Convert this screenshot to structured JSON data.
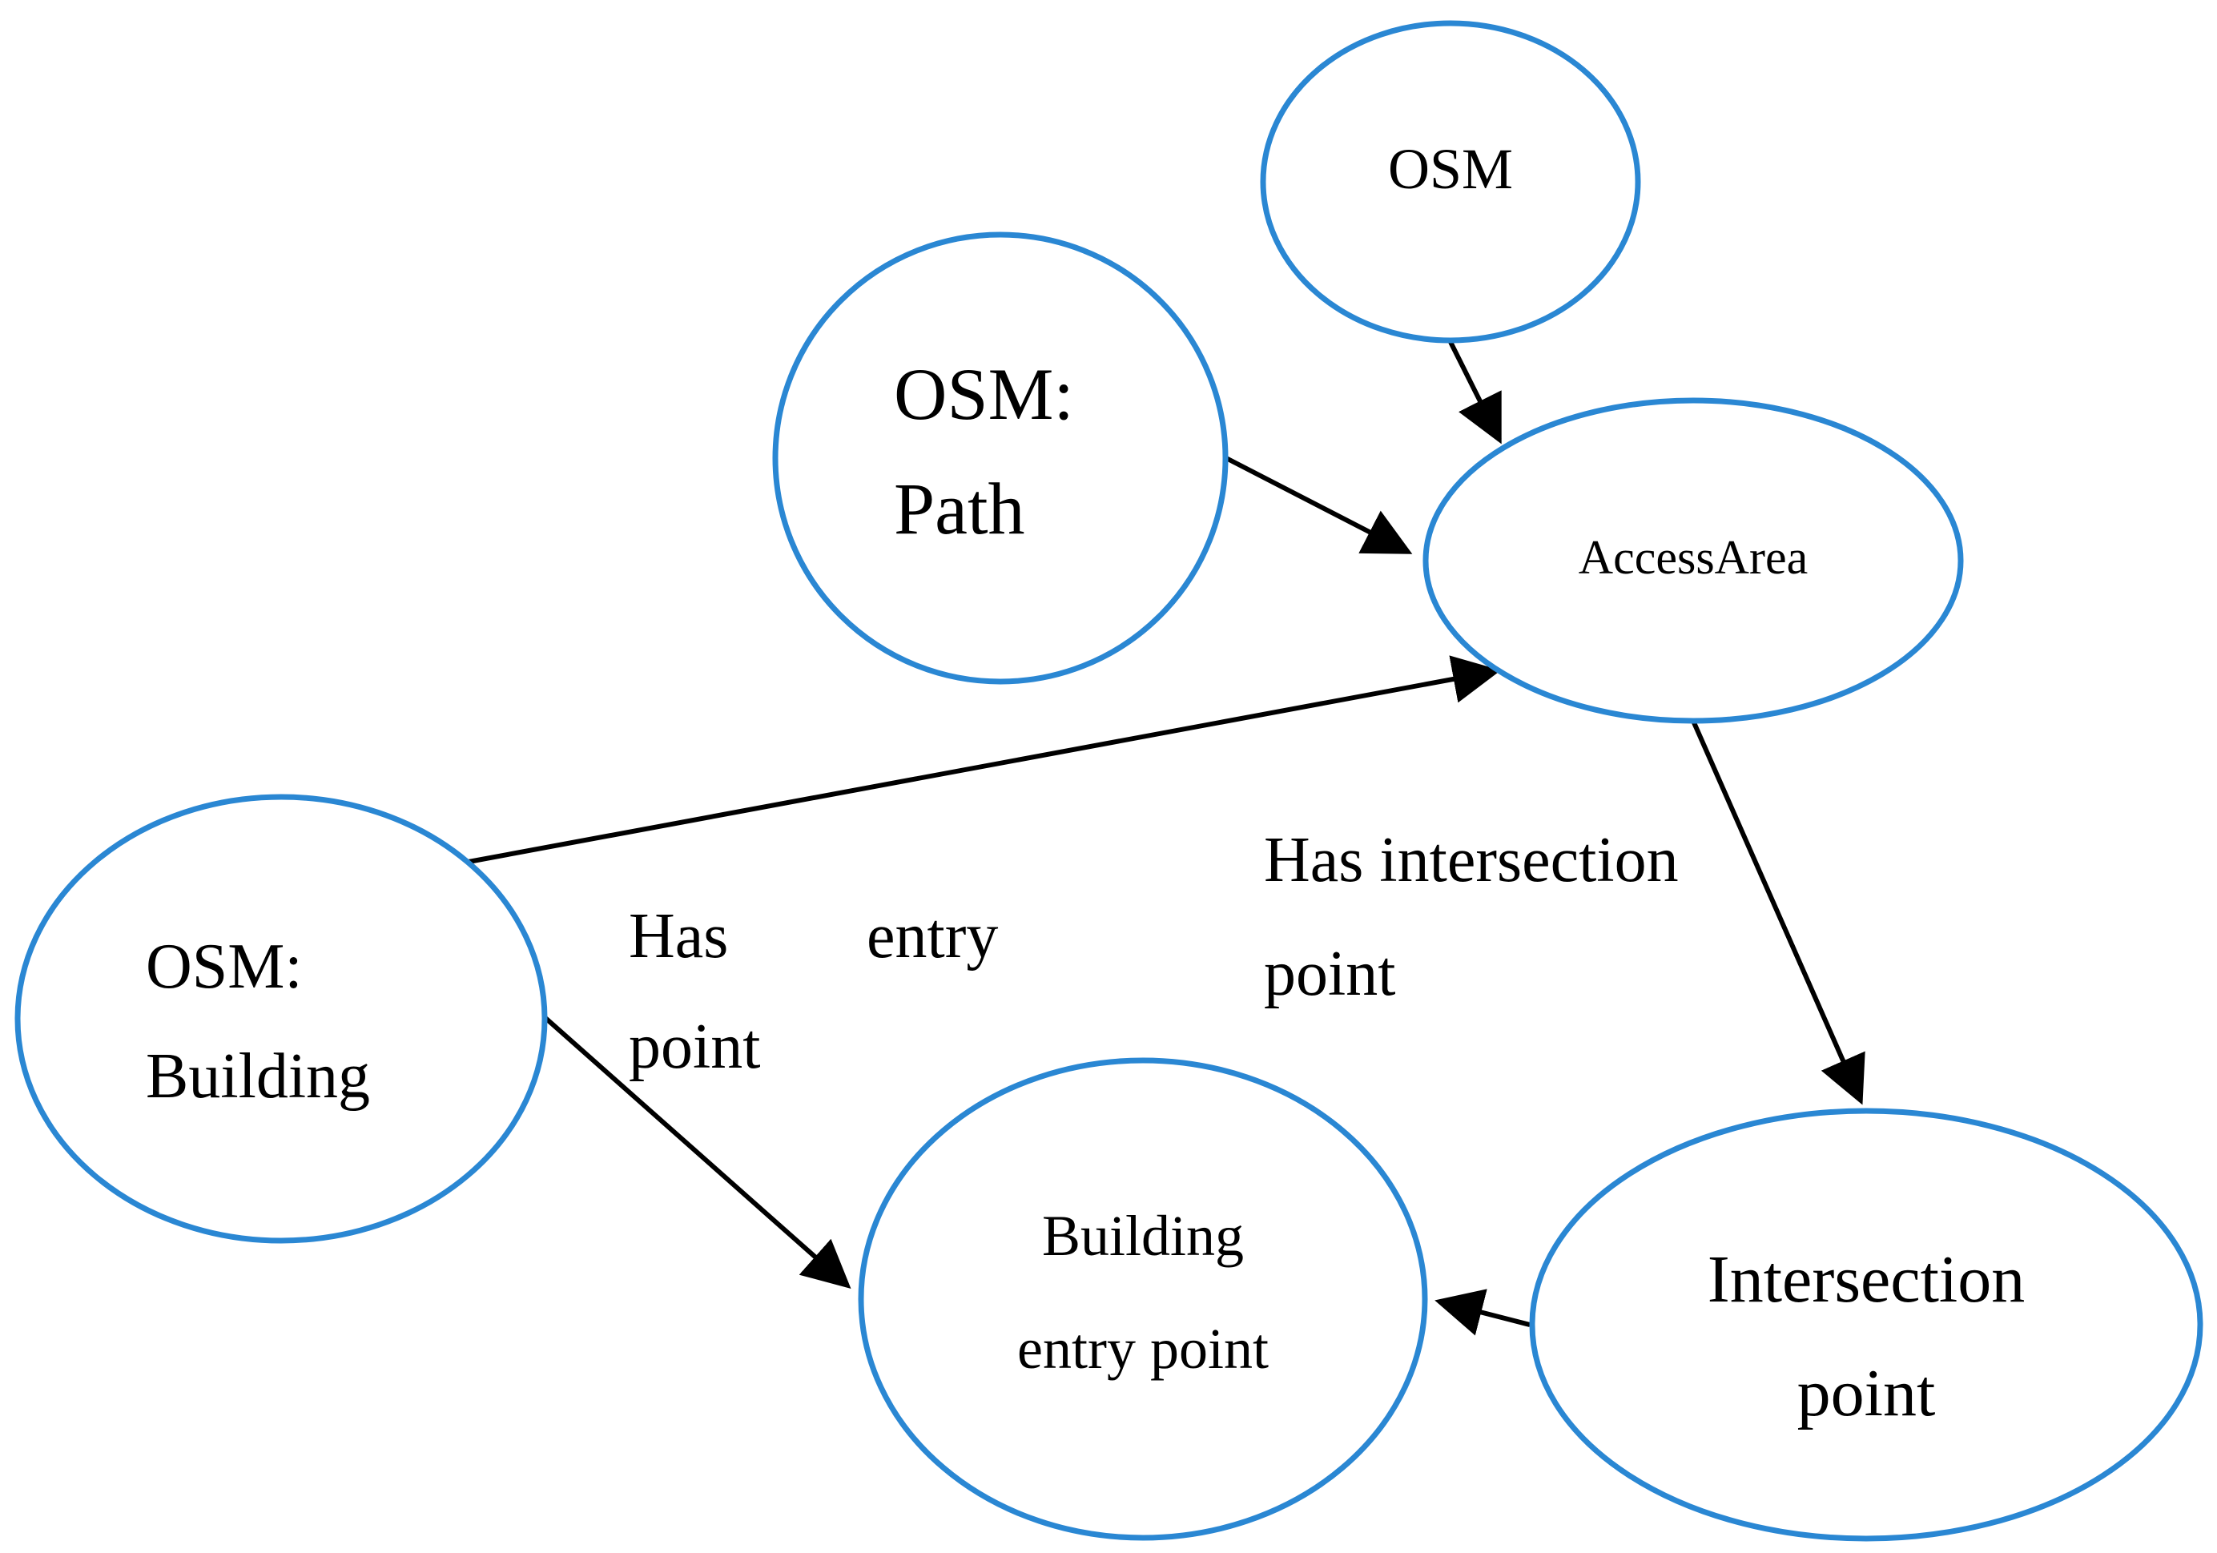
{
  "colors": {
    "node_stroke": "#2A87D3",
    "edge": "#000000",
    "text": "#000000"
  },
  "nodes": {
    "osm": {
      "label": "OSM"
    },
    "osm_path": {
      "line1": "OSM:",
      "line2": "Path"
    },
    "access_area": {
      "label": "AccessArea"
    },
    "osm_building": {
      "line1": "OSM:",
      "line2": "Building"
    },
    "building_entry_point": {
      "line1": "Building",
      "line2": "entry point"
    },
    "intersection_point": {
      "line1": "Intersection",
      "line2": "point"
    }
  },
  "edge_labels": {
    "has_entry_point": {
      "word1": "Has",
      "word2": "entry",
      "word3": "point"
    },
    "has_intersection_point": {
      "line1": "Has intersection",
      "line2": "point"
    }
  },
  "edges": [
    {
      "from": "OSM",
      "to": "AccessArea"
    },
    {
      "from": "OSM: Path",
      "to": "AccessArea"
    },
    {
      "from": "OSM: Building",
      "to": "AccessArea"
    },
    {
      "from": "AccessArea",
      "to": "Intersection point"
    },
    {
      "from": "OSM: Building",
      "to": "Building entry point"
    },
    {
      "from": "Intersection point",
      "to": "Building entry point"
    }
  ]
}
